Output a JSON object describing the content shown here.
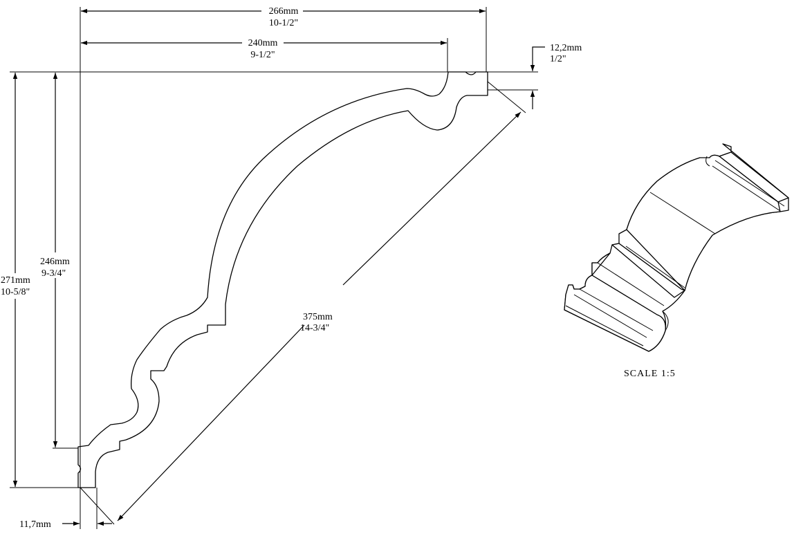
{
  "dimensions": {
    "top_width_outer": {
      "mm": "266mm",
      "inch": "10-1/2\""
    },
    "top_width_inner": {
      "mm": "240mm",
      "inch": "9-1/2\""
    },
    "top_lip": {
      "mm": "12,2mm",
      "inch": "1/2\""
    },
    "height_outer": {
      "mm": "271mm",
      "inch": "10-5/8\""
    },
    "height_inner": {
      "mm": "246mm",
      "inch": "9-3/4\""
    },
    "diagonal": {
      "mm": "375mm",
      "inch": "14-3/4\""
    },
    "bottom_lip": {
      "mm": "11,7mm"
    }
  },
  "scale_label": "SCALE  1:5"
}
